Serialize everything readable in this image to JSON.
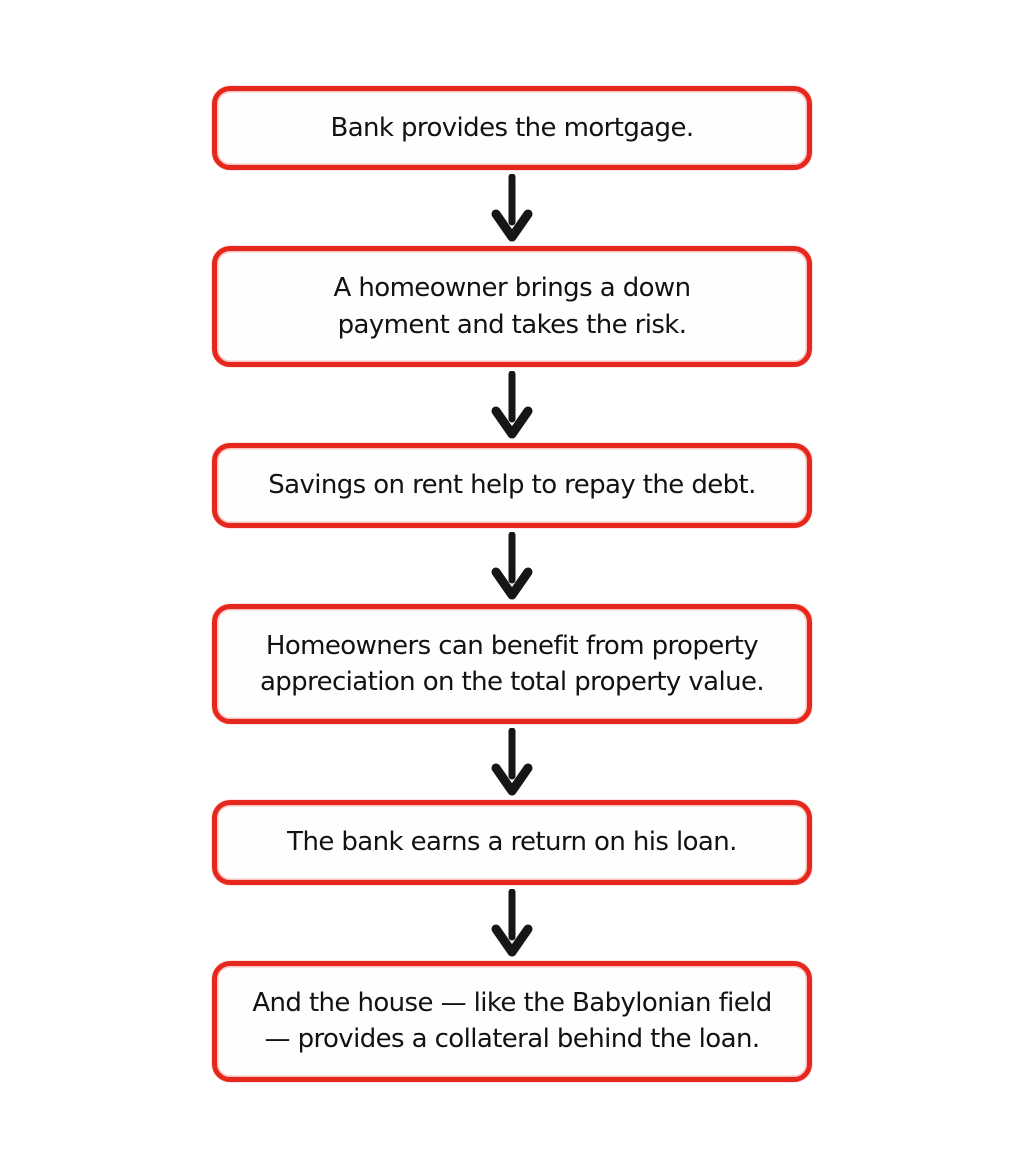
{
  "colors": {
    "box_border": "#e5271d",
    "arrow_ink": "#161616",
    "background": "#ffffff",
    "text": "#121212"
  },
  "icons": {
    "connector": "down-arrow-icon"
  },
  "flowchart": {
    "boxes": [
      {
        "lines": [
          "Bank provides the mortgage."
        ]
      },
      {
        "lines": [
          "A homeowner brings a down",
          "payment and takes the risk."
        ]
      },
      {
        "lines": [
          "Savings on rent help to repay the debt."
        ]
      },
      {
        "lines": [
          "Homeowners can benefit from property",
          "appreciation on the total property value."
        ]
      },
      {
        "lines": [
          "The bank earns a return on his loan."
        ]
      },
      {
        "lines": [
          "And the house — like the Babylonian field",
          "— provides a collateral behind the loan."
        ]
      }
    ]
  }
}
